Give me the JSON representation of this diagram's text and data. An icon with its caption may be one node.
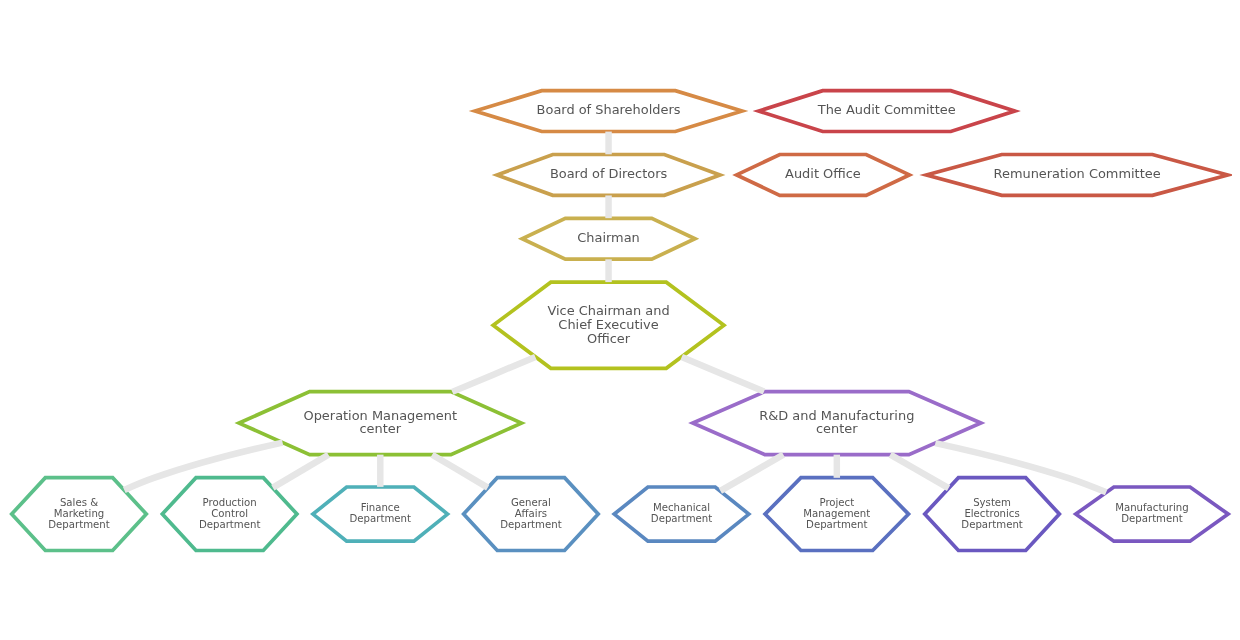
{
  "diagram": {
    "nodes": [
      {
        "text": [
          "Board of Shareholders"
        ]
      },
      {
        "text": [
          "The Audit Committee"
        ]
      },
      {
        "text": [
          "Board of Directors"
        ]
      },
      {
        "text": [
          "Audit Office"
        ]
      },
      {
        "text": [
          "Remuneration Committee"
        ]
      },
      {
        "text": [
          "Chairman"
        ]
      },
      {
        "text": [
          "Vice Chairman and Chief Executive Officer"
        ]
      },
      {
        "text": [
          "Operation Management center"
        ]
      },
      {
        "text": [
          "R&D and Manufacturing center"
        ]
      },
      {
        "text": [
          "Sales & Marketing Department"
        ]
      },
      {
        "text": [
          "Production Control Department"
        ]
      },
      {
        "text": [
          "Finance Department"
        ]
      },
      {
        "text": [
          "General Affairs Department"
        ]
      },
      {
        "text": [
          "Mechanical Department"
        ]
      },
      {
        "text": [
          "Project Management Department"
        ]
      },
      {
        "text": [
          "System Electronics Department"
        ]
      },
      {
        "text": [
          "Manufacturing Department"
        ]
      }
    ],
    "edges": [
      {
        "from": 0,
        "to": 2,
        "arrow": "none"
      },
      {
        "from": 2,
        "to": 5,
        "arrow": "none"
      },
      {
        "from": 5,
        "to": 6,
        "arrow": "none"
      },
      {
        "from": 6,
        "to": 7,
        "arrow": "none"
      },
      {
        "from": 6,
        "to": 8,
        "arrow": "none"
      },
      {
        "from": 7,
        "to": 9,
        "arrow": "none"
      },
      {
        "from": 7,
        "to": 10,
        "arrow": "none"
      },
      {
        "from": 7,
        "to": 11,
        "arrow": "none"
      },
      {
        "from": 7,
        "to": 12,
        "arrow": "none"
      },
      {
        "from": 8,
        "to": 13,
        "arrow": "none"
      },
      {
        "from": 8,
        "to": 14,
        "arrow": "none"
      },
      {
        "from": 8,
        "to": 15,
        "arrow": "none"
      },
      {
        "from": 8,
        "to": 16,
        "arrow": "none"
      }
    ]
  }
}
